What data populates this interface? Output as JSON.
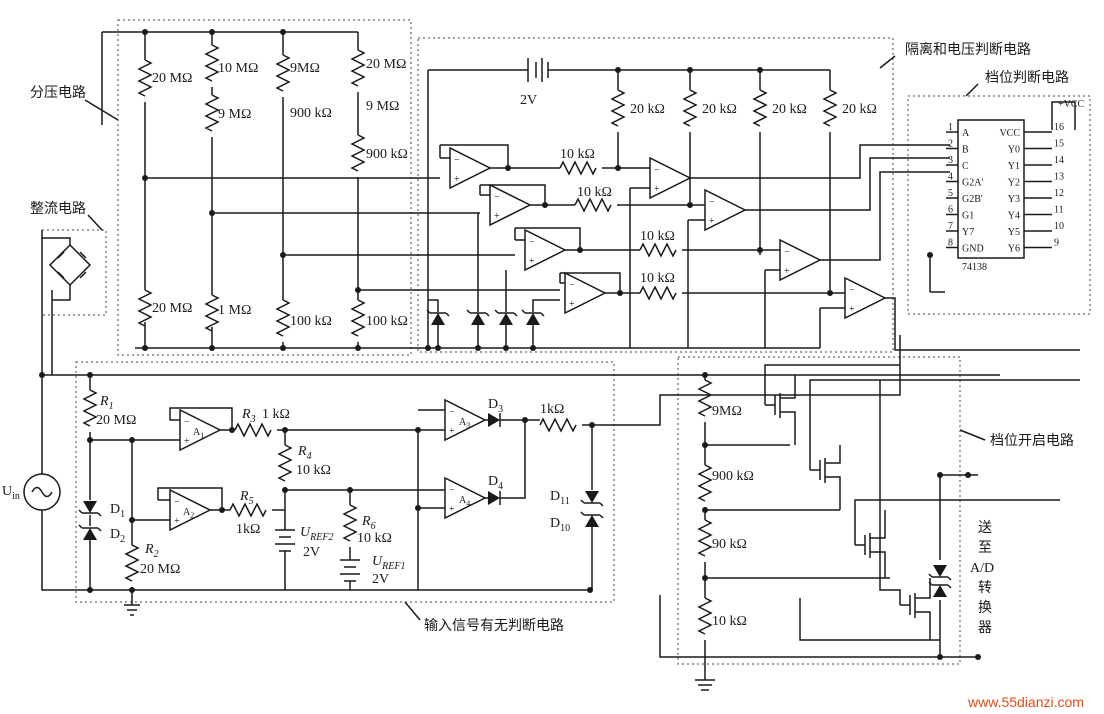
{
  "blocks": {
    "divider": "分压电路",
    "rectifier": "整流电路",
    "isolation": "隔离和电压判断电路",
    "range_decode": "档位判断电路",
    "input_detect": "输入信号有无判断电路",
    "range_enable": "档位开启电路"
  },
  "output_label": [
    "送",
    "至",
    "A/D",
    "转",
    "换",
    "器"
  ],
  "ic": {
    "name": "74138",
    "left_pins": [
      {
        "num": "1",
        "name": "A"
      },
      {
        "num": "2",
        "name": "B"
      },
      {
        "num": "3",
        "name": "C"
      },
      {
        "num": "4",
        "name": "G2A'"
      },
      {
        "num": "5",
        "name": "G2B'"
      },
      {
        "num": "6",
        "name": "G1"
      },
      {
        "num": "7",
        "name": "Y7"
      },
      {
        "num": "8",
        "name": "GND"
      }
    ],
    "right_pins": [
      {
        "num": "16",
        "name": "VCC"
      },
      {
        "num": "15",
        "name": "Y0"
      },
      {
        "num": "14",
        "name": "Y1"
      },
      {
        "num": "13",
        "name": "Y2"
      },
      {
        "num": "12",
        "name": "Y3"
      },
      {
        "num": "11",
        "name": "Y4"
      },
      {
        "num": "10",
        "name": "Y5"
      },
      {
        "num": "9",
        "name": "Y6"
      }
    ],
    "vcc": "+VCC"
  },
  "divider": {
    "top": [
      "20 MΩ",
      "10 MΩ",
      "9 MΩ",
      "900 kΩ",
      "9MΩ",
      "20 MΩ",
      "9 MΩ",
      "900 kΩ"
    ],
    "bottom": [
      "20 MΩ",
      "1 MΩ",
      "100 kΩ",
      "100 kΩ"
    ]
  },
  "isolation": {
    "battery": "2V",
    "pullups": [
      "20 kΩ",
      "20 kΩ",
      "20 kΩ",
      "20 kΩ"
    ],
    "series": [
      "10 kΩ",
      "10 kΩ",
      "10 kΩ",
      "10 kΩ"
    ]
  },
  "input": {
    "uin": "U",
    "uin_sub": "in",
    "R1": "R",
    "R1_sub": "1",
    "R1_val": "20 MΩ",
    "R2": "R",
    "R2_sub": "2",
    "R2_val": "20 MΩ",
    "R3": "R",
    "R3_sub": "3",
    "R3_val": "1 kΩ",
    "R4": "R",
    "R4_sub": "4",
    "R4_val": "10 kΩ",
    "R5": "R",
    "R5_sub": "5",
    "R5_val": "1kΩ",
    "R6": "R",
    "R6_sub": "6",
    "R6_val": "10 kΩ",
    "D1": "D",
    "D1_sub": "1",
    "D2": "D",
    "D2_sub": "2",
    "D3": "D",
    "D3_sub": "3",
    "D4": "D",
    "D4_sub": "4",
    "D10": "D",
    "D10_sub": "10",
    "D11": "D",
    "D11_sub": "11",
    "A1": "A",
    "A1_sub": "1",
    "A2": "A",
    "A2_sub": "2",
    "A3": "A",
    "A3_sub": "3",
    "A4": "A",
    "A4_sub": "4",
    "uref2": "U",
    "uref2_sub": "REF2",
    "uref2_val": "2V",
    "uref1": "U",
    "uref1_sub": "REF1",
    "uref1_val": "2V",
    "out_r": "1kΩ"
  },
  "range_enable": {
    "resistors": [
      "9MΩ",
      "900 kΩ",
      "90 kΩ",
      "10 kΩ"
    ]
  },
  "watermark": "www.55dianzi.com"
}
